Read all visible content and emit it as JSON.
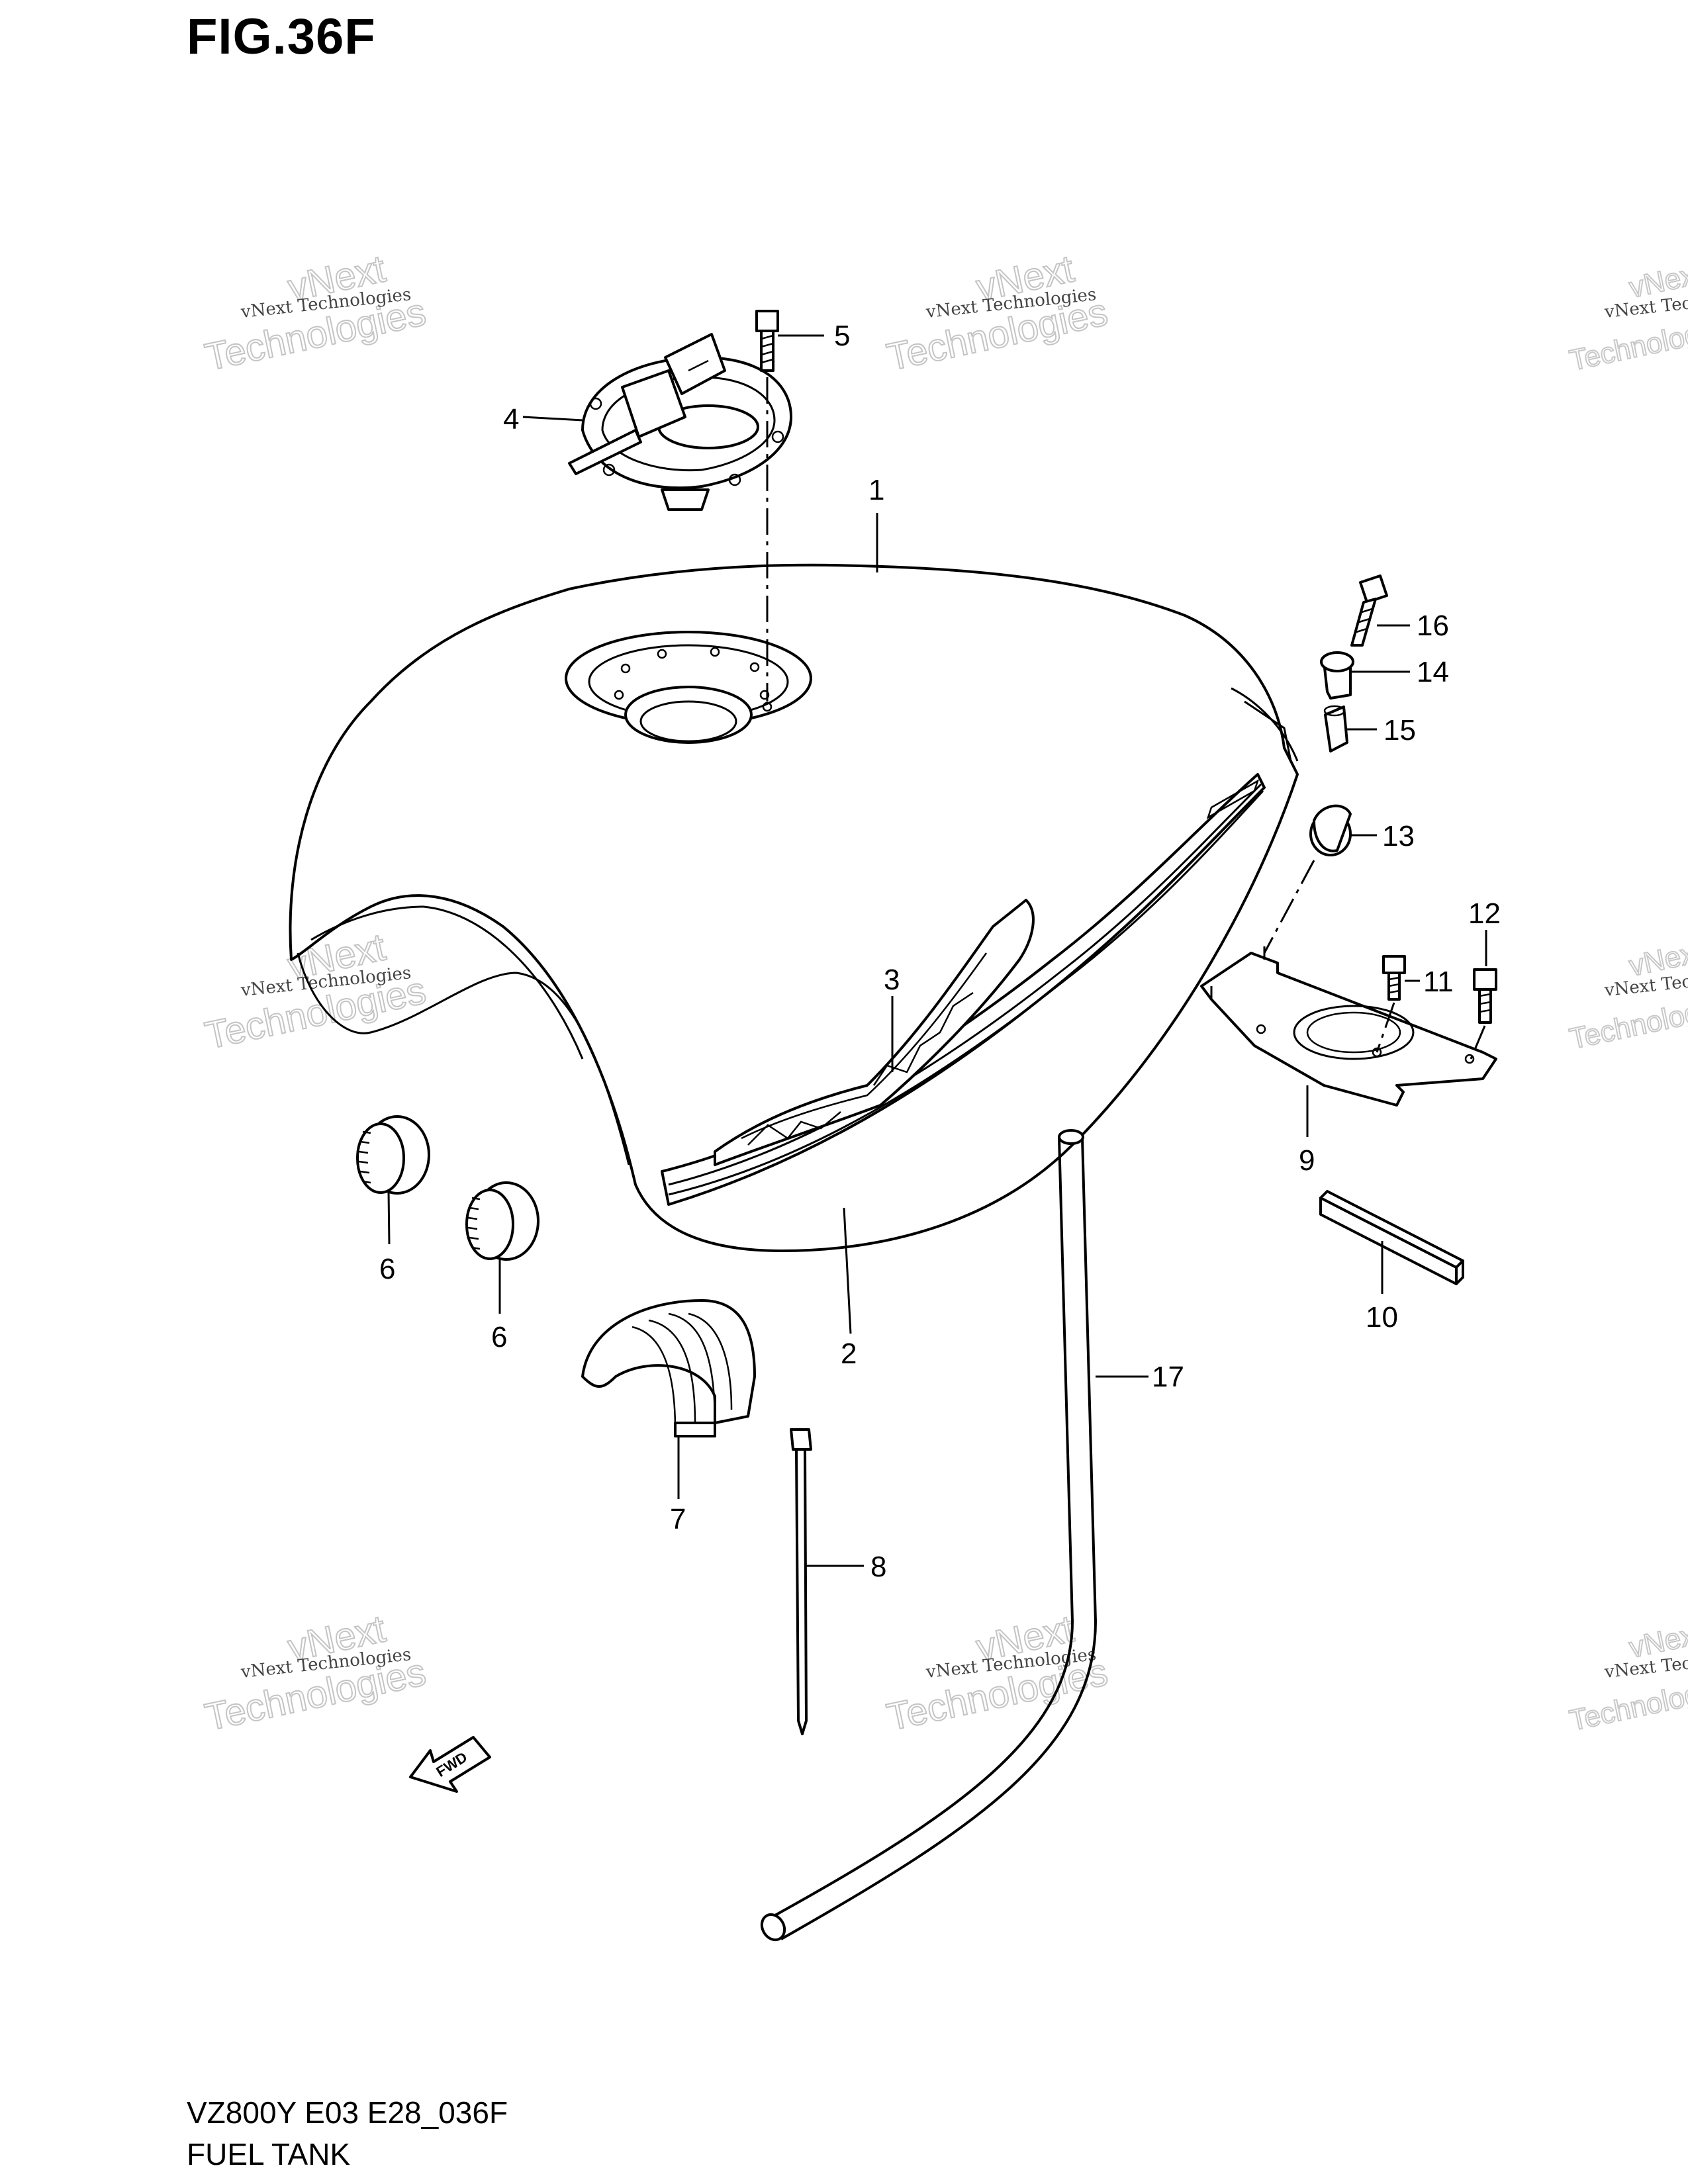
{
  "figure": {
    "title": "FIG.36F",
    "model_code": "VZ800Y E03 E28_036F",
    "name": "FUEL TANK"
  },
  "callouts": [
    "1",
    "2",
    "3",
    "4",
    "5",
    "6",
    "6",
    "7",
    "8",
    "9",
    "10",
    "11",
    "12",
    "13",
    "14",
    "15",
    "16",
    "17"
  ],
  "watermark": {
    "line_small": "vNext Technologies",
    "line_top": "vNext",
    "line_bottom": "Technologies"
  },
  "arrow_label": "FWD"
}
